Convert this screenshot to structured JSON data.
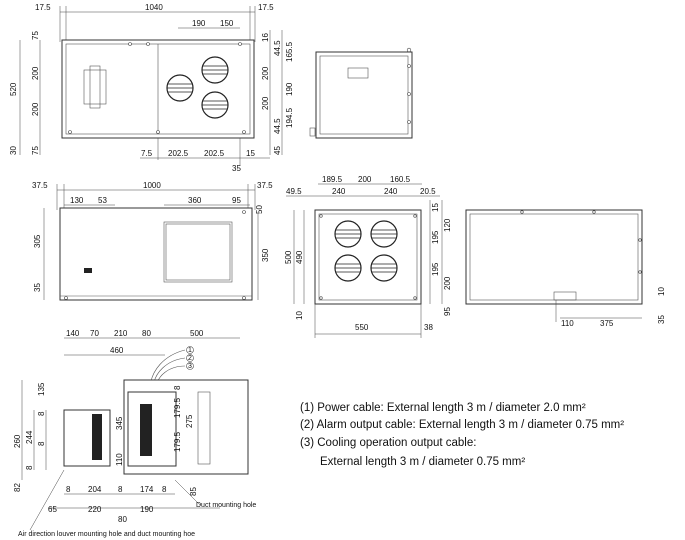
{
  "top_view": {
    "dims_top": [
      "17.5",
      "1040",
      "17.5"
    ],
    "dims_fans_top": [
      "190",
      "150"
    ],
    "dims_left": [
      "75",
      "520",
      "200",
      "200",
      "30",
      "75"
    ],
    "dims_right": [
      "16",
      "44.5",
      "165.5",
      "190",
      "200",
      "194.5",
      "44.5",
      "45"
    ],
    "dims_bottom": [
      "7.5",
      "202.5",
      "202.5",
      "15",
      "35"
    ]
  },
  "front_view": {
    "dims_top": [
      "37.5",
      "1000",
      "37.5"
    ],
    "dims_inner": [
      "130",
      "53",
      "360",
      "95",
      "50"
    ],
    "dims_left": [
      "305",
      "35"
    ],
    "dims_right": [
      "350"
    ]
  },
  "fan_face_view": {
    "dims_top": [
      "49.5",
      "189.5",
      "200",
      "160.5",
      "240",
      "240",
      "20.5"
    ],
    "dims_left": [
      "500",
      "490",
      "10"
    ],
    "dims_right": [
      "15",
      "120",
      "195",
      "195",
      "200",
      "95"
    ],
    "dims_bottom": [
      "550",
      "38"
    ]
  },
  "side_view_right": {
    "dims": [
      "10",
      "110",
      "375",
      "35"
    ]
  },
  "section_view": {
    "dims_top": [
      "140",
      "70",
      "210",
      "80",
      "500",
      "460"
    ],
    "cable_markers": [
      "1",
      "2",
      "3"
    ],
    "dims_left": [
      "135",
      "8",
      "260",
      "244",
      "8",
      "8",
      "82"
    ],
    "dims_mid": [
      "345",
      "179.5",
      "179.5",
      "8",
      "275",
      "110"
    ],
    "dims_bottom": [
      "8",
      "204",
      "8",
      "174",
      "8",
      "65",
      "220",
      "190",
      "80",
      "85"
    ],
    "label_duct": "Duct mounting hole",
    "label_louver": "Air direction louver mounting hole and duct mounting hoe"
  },
  "notes": {
    "line1": "(1) Power cable: External length 3 m / diameter 2.0 mm²",
    "line2": "(2) Alarm output cable: External length 3 m / diameter 0.75 mm²",
    "line3": "(3) Cooling operation output cable:",
    "line4": "External length 3 m / diameter 0.75 mm²"
  }
}
